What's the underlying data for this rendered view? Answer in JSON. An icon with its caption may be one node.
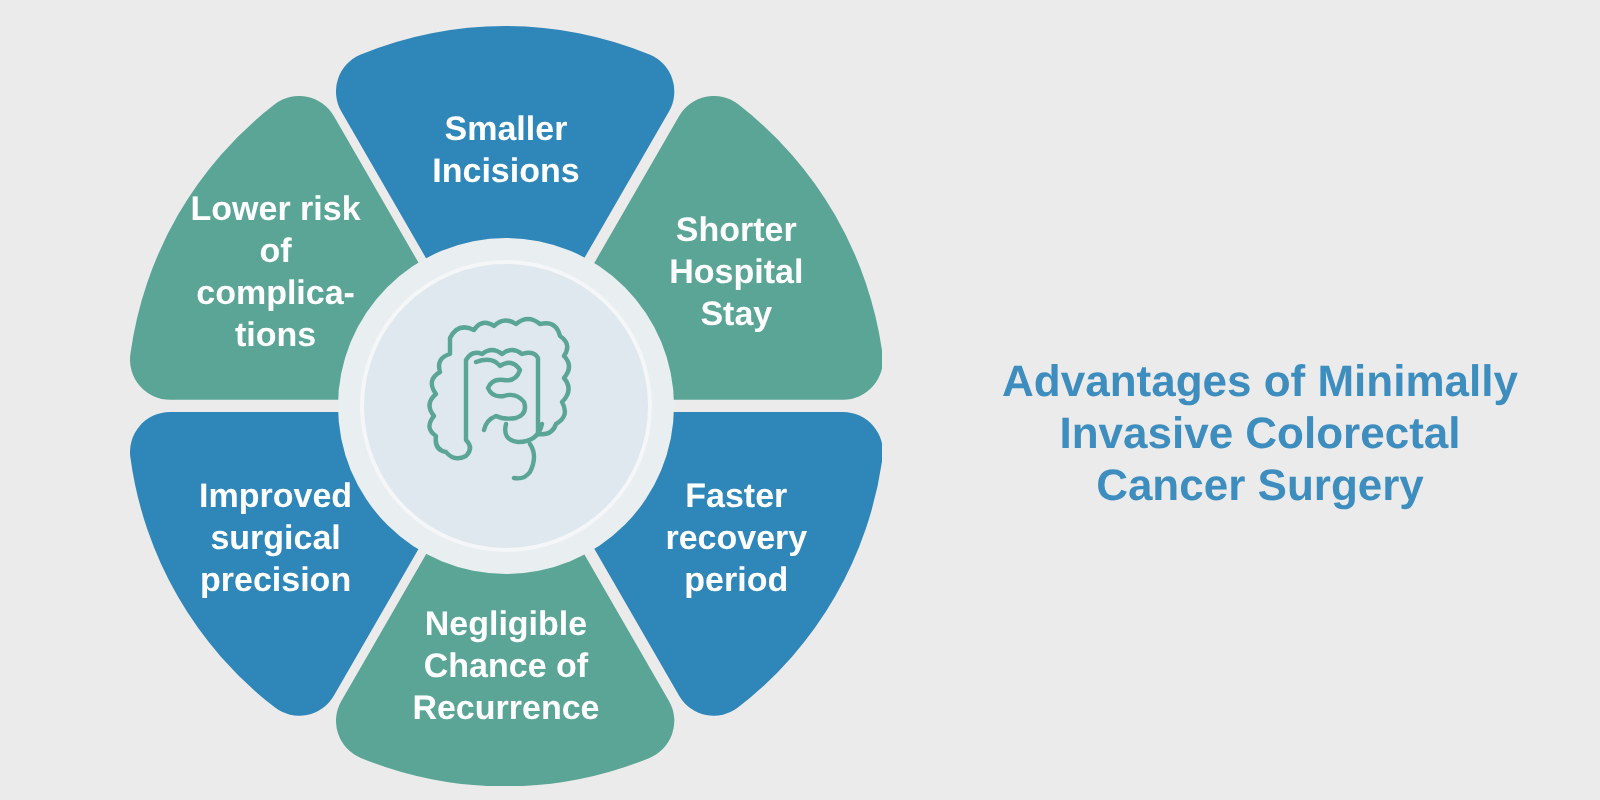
{
  "diagram": {
    "title": "Advantages of Minimally Invasive Colorectal Cancer Surgery",
    "nodes": [
      {
        "text": [
          "Smaller Incisions"
        ]
      },
      {
        "text": [
          "Lower risk of complica- tions"
        ]
      },
      {
        "text": [
          "Shorter Hospital Stay"
        ]
      },
      {
        "text": [
          "Improved surgical precision"
        ]
      },
      {
        "text": [
          "Faster recovery period"
        ]
      },
      {
        "text": [
          "Negligible Chance of Recurrence"
        ]
      }
    ]
  }
}
